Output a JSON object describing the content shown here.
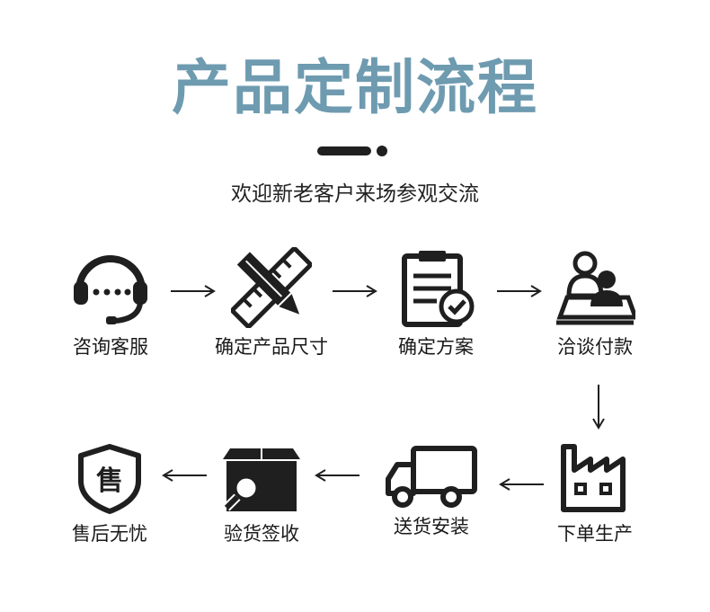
{
  "title": "产品定制流程",
  "subtitle": "欢迎新老客户来场参观交流",
  "steps": [
    {
      "label": "咨询客服",
      "icon": "headset-icon"
    },
    {
      "label": "确定产品尺寸",
      "icon": "ruler-pencil-icon"
    },
    {
      "label": "确定方案",
      "icon": "clipboard-check-icon"
    },
    {
      "label": "洽谈付款",
      "icon": "meeting-icon"
    },
    {
      "label": "下单生产",
      "icon": "factory-icon"
    },
    {
      "label": "送货安装",
      "icon": "truck-icon"
    },
    {
      "label": "验货签收",
      "icon": "box-inspect-icon"
    },
    {
      "label": "售后无忧",
      "icon": "after-sales-shield-icon"
    }
  ],
  "sale_badge_char": "售",
  "colors": {
    "title": "#6e9bb0",
    "icon": "#1f1f1f",
    "text": "#1a1a1a"
  }
}
